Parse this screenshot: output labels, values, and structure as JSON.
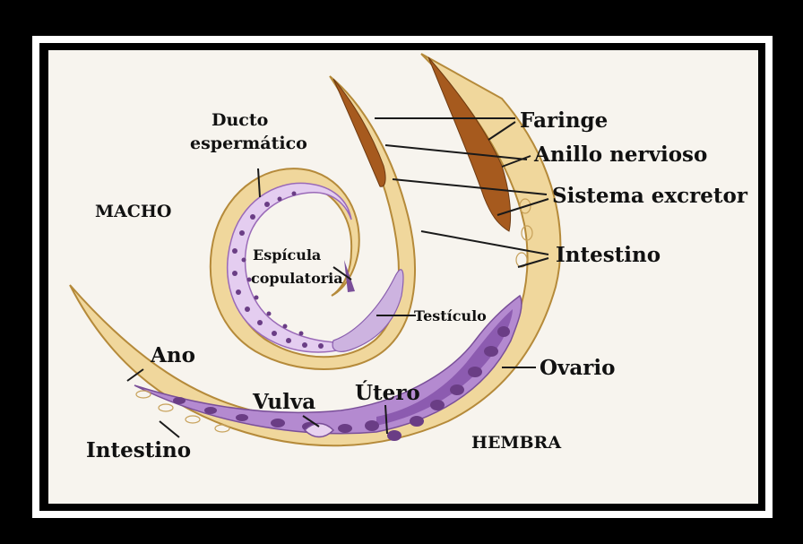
{
  "labels": {
    "ducto_espermatico_line1": "Ducto",
    "ducto_espermatico_line2": "espermático",
    "macho": "MACHO",
    "espicula_line1": "Espícula",
    "espicula_line2": "copulatoria",
    "testiculo": "Testículo",
    "faringe": "Faringe",
    "anillo_nervioso": "Anillo nervioso",
    "sistema_excretor": "Sistema excretor",
    "intestino_right": "Intestino",
    "ovario": "Ovario",
    "hembra": "HEMBRA",
    "ano": "Ano",
    "vulva": "Vulva",
    "utero": "Útero",
    "intestino_left": "Intestino"
  },
  "colors": {
    "outer_frame": "#000000",
    "white_border": "#ffffff",
    "background": "#f7f4ee",
    "body_wall": "#f0d79c",
    "body_outline": "#b58a3a",
    "pharynx": "#a65a1e",
    "reproductive": "#d8b8e6",
    "ovary": "#9a6ab8",
    "cells": "#6a3d85"
  }
}
